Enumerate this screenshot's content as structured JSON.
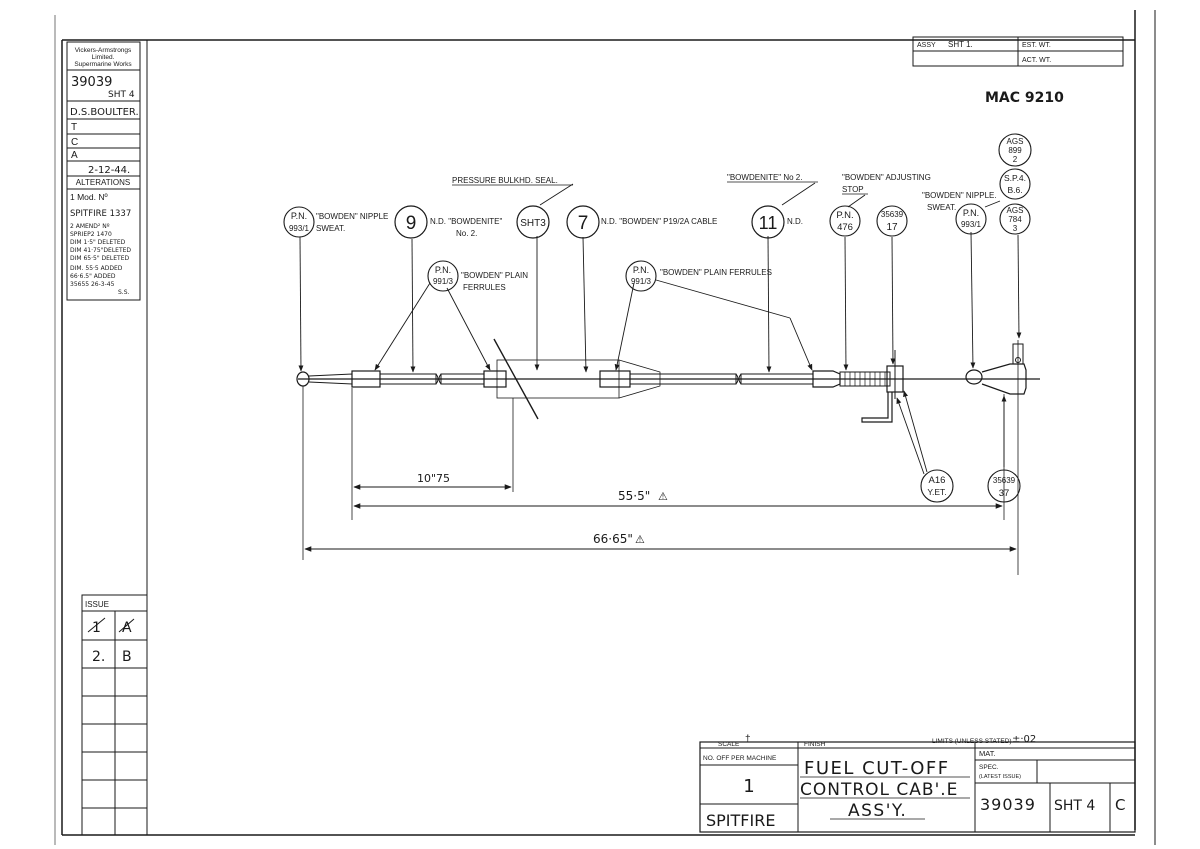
{
  "title_block": {
    "company": [
      "Vickers-Armstrongs",
      "Limited.",
      "Supermarine Works"
    ],
    "drawing_no_top": "39039",
    "sheet_top": "SHT 4",
    "drawn_by": "D.S.BOULTER.",
    "traced_label": "T",
    "checked_label": "C",
    "approved_label": "A",
    "date": "2-12-44.",
    "alterations_label": "ALTERATIONS",
    "mod_no": "1  Mod. Nº",
    "spitfire_mod": "SPITFIRE 1337",
    "amendment_lines": [
      "2  AMEND² Nº",
      "SPRIEP2  1470",
      "DIM 1·5\" DELETED",
      "DIM 41·75\"DELETED",
      "DIM 65·5\" DELETED",
      "DIM. 55·5 ADDED",
      "66·6.5\" ADDED",
      "35655  26-3-45",
      "S.S."
    ],
    "issue_label": "ISSUE",
    "issue_rows": [
      [
        "1",
        "A"
      ],
      [
        "2.",
        "B"
      ]
    ]
  },
  "assy_block": {
    "assy": "ASSY",
    "sheet": "SHT 1.",
    "est_wt": "EST. WT.",
    "act_wt": "ACT. WT."
  },
  "mac_number": "MAC 9210",
  "callouts": {
    "pressure_seal": "PRESSURE BULKHD. SEAL.",
    "bowdenite_no2_top": "\"BOWDENITE\" No 2.",
    "adjusting_stop": [
      "\"BOWDEN\" ADJUSTING",
      "STOP"
    ],
    "bowden_nipple_right": [
      "\"BOWDEN\" NIPPLE.",
      "SWEAT."
    ],
    "bowden_nipple_left": [
      "\"BOWDEN\" NIPPLE",
      "SWEAT."
    ],
    "nd_bowdenite": [
      "N.D. \"BOWDENITE\"",
      "No. 2."
    ],
    "nd_bowden_cable": "N.D. \"BOWDEN\" P19/2A CABLE",
    "nd_right": "N.D.",
    "plain_ferrules_1": [
      "\"BOWDEN\" PLAIN",
      "FERRULES"
    ],
    "plain_ferrules_2": "\"BOWDEN\" PLAIN FERRULES"
  },
  "balloons": {
    "pn_993_1_left": [
      "P.N.",
      "993/1"
    ],
    "item_9": "9",
    "sht3": "SHT3",
    "item_7": "7",
    "item_11": "11",
    "pn_476": [
      "P.N.",
      "476"
    ],
    "b_35639_17": [
      "35639",
      "17"
    ],
    "pn_993_1_right": [
      "P.N.",
      "993/1"
    ],
    "ags_899": [
      "AGS",
      "899",
      "2"
    ],
    "sp4": [
      "S.P.4.",
      "B.6."
    ],
    "ags_784": [
      "AGS",
      "784",
      "3"
    ],
    "pn_991_3_a": [
      "P.N.",
      "991/3"
    ],
    "pn_991_3_b": [
      "P.N.",
      "991/3"
    ],
    "a16": [
      "A16",
      "Y.ET."
    ],
    "b_35639_37": [
      "35639",
      "37"
    ]
  },
  "dimensions": {
    "d1": "10\"75",
    "d2": "55·5\"",
    "d3": "66·65\""
  },
  "bottom_block": {
    "scale_label": "SCALE",
    "scale_value": "†",
    "finish_label": "FINISH",
    "limits_label": "LIMITS (UNLESS STATED)",
    "limits_value": "±·02",
    "no_off_label": "NO. OFF PER MACHINE",
    "no_off_value": "1",
    "aircraft": "SPITFIRE",
    "title_lines": [
      "FUEL CUT-OFF",
      "CONTROL CAB'.E",
      "ASS'Y."
    ],
    "mat_label": "MAT.",
    "spec_label": "SPEC.",
    "latest_issue": "(LATEST ISSUE)",
    "drawing_no": "39039",
    "sheet": "SHT 4",
    "issue_letter": "C"
  },
  "colors": {
    "ink": "#1a1a1a",
    "paper": "#ffffff"
  }
}
